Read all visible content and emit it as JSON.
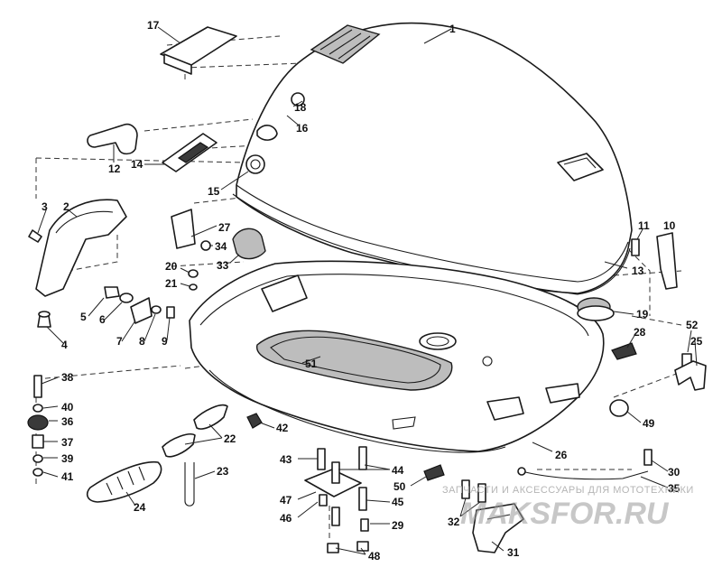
{
  "diagram": {
    "part_labels": {
      "p1": "1",
      "p2": "2",
      "p3": "3",
      "p4": "4",
      "p5": "5",
      "p6": "6",
      "p7": "7",
      "p8": "8",
      "p9": "9",
      "p10": "10",
      "p11": "11",
      "p12": "12",
      "p13": "13",
      "p14": "14",
      "p15": "15",
      "p16": "16",
      "p17": "17",
      "p18": "18",
      "p19": "19",
      "p20": "20",
      "p21": "21",
      "p22": "22",
      "p23": "23",
      "p24": "24",
      "p25": "25",
      "p26": "26",
      "p27": "27",
      "p28": "28",
      "p29": "29",
      "p30": "30",
      "p31": "31",
      "p32": "32",
      "p33": "33",
      "p34": "34",
      "p35": "35",
      "p36": "36",
      "p37": "37",
      "p38": "38",
      "p39": "39",
      "p40": "40",
      "p41": "41",
      "p42": "42",
      "p43": "43",
      "p44": "44",
      "p45": "45",
      "p46": "46",
      "p47": "47",
      "p48": "48",
      "p49": "49",
      "p50": "50",
      "p51": "51",
      "p52": "52"
    }
  },
  "watermark": {
    "text": "ЗАПЧАСТИ И АКСЕССУАРЫ ДЛЯ МОТОТЕХНИКИ",
    "logo": "MAKSFOR.RU"
  }
}
